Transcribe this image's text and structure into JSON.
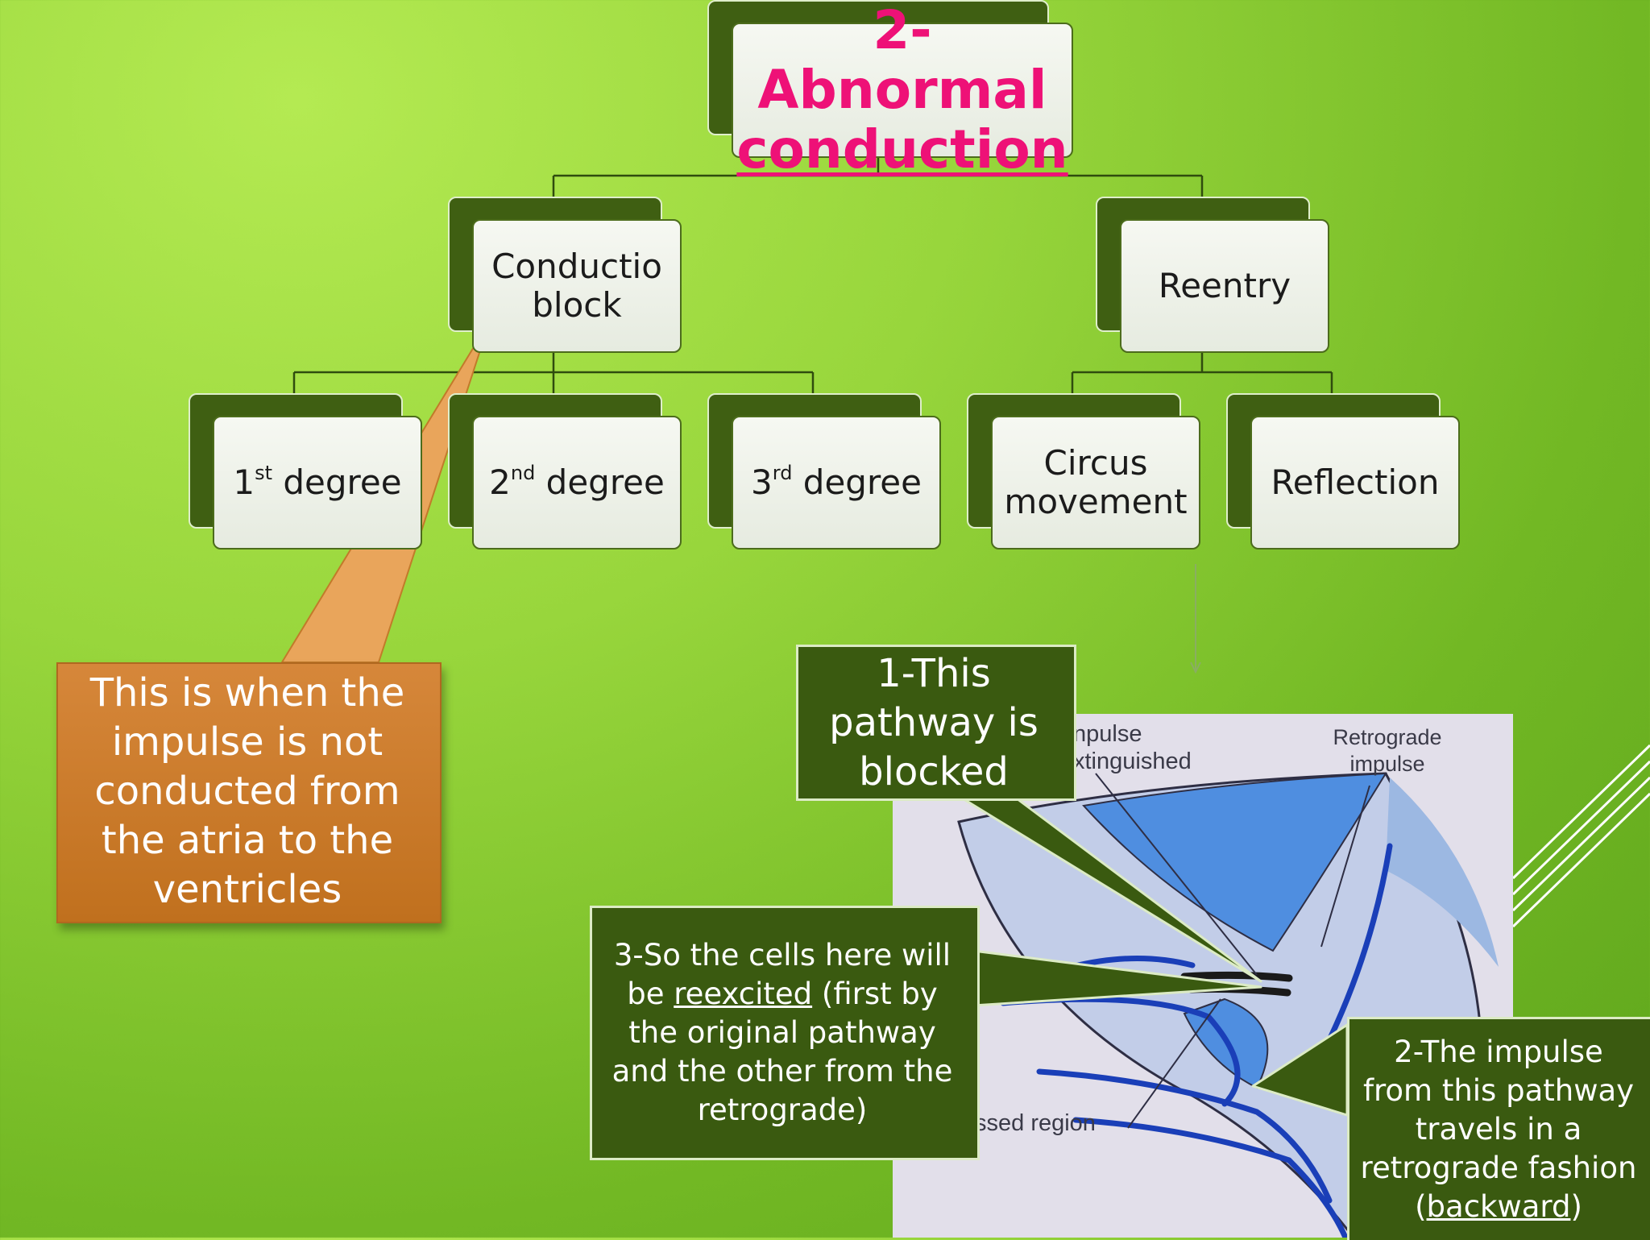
{
  "title": {
    "line1": "2-Abnormal",
    "line2": "conduction"
  },
  "nodes": {
    "conduction_block": {
      "line1": "Conductio",
      "line2": "block"
    },
    "reentry": "Reentry",
    "first_degree": {
      "num": "1",
      "sup": "st",
      "rest": " degree"
    },
    "second_degree": {
      "num": "2",
      "sup": "nd",
      "rest": " degree"
    },
    "third_degree": {
      "num": "3",
      "sup": "rd",
      "rest": " degree"
    },
    "circus_movement": {
      "line1": "Circus",
      "line2": "movement"
    },
    "reflection": "Reflection"
  },
  "callouts": {
    "orange": [
      "This is when the",
      "impulse is not",
      "conducted from",
      "the atria to the",
      "ventricles"
    ],
    "blocked": [
      "1-This",
      "pathway is",
      "blocked"
    ],
    "reexcited": {
      "l1": "3-So the cells here will",
      "l2_pre": "be ",
      "l2_u": "reexcited",
      "l2_post": " (first by",
      "l3": "the original pathway",
      "l4": "and the other from the",
      "l5": "retrograde)"
    },
    "retrograde": {
      "l1": "2-The impulse",
      "l2": "from this pathway",
      "l3": "travels in a",
      "l4": "retrograde fashion",
      "l5_pre": "(",
      "l5_u": "backward",
      "l5_post": ")"
    }
  },
  "illustration": {
    "label_impulse_1": "npulse",
    "label_impulse_2": "xtinguished",
    "label_retro_1": "Retrograde",
    "label_retro_2": "impulse",
    "label_region": "ssed region"
  },
  "colors": {
    "title": "#ee1177",
    "node_back": "#3f5f12",
    "node_front": "#eef1ea",
    "callout_green": "#3a5a10",
    "callout_orange": "#cf7d2c"
  }
}
